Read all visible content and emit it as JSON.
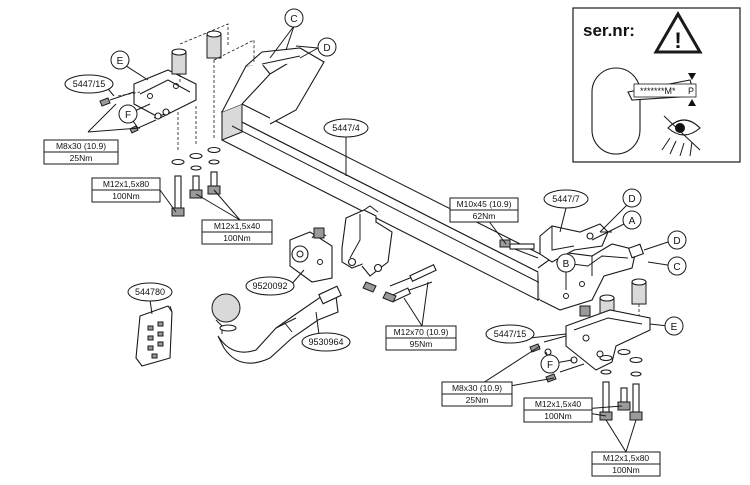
{
  "diagram": {
    "part_labels": {
      "main_bar": "5447/4",
      "bracket_left": "5447/15",
      "bracket_right_top": "5447/7",
      "bracket_right_low": "5447/15",
      "socket_plate": "9520092",
      "tow_ball": "9530964",
      "wiring_kit": "544780"
    },
    "bolt_specs": {
      "left_m8": {
        "line1": "M8x30 (10.9)",
        "line2": "25Nm"
      },
      "left_m12_80": {
        "line1": "M12x1,5x80",
        "line2": "100Nm"
      },
      "left_m12_40": {
        "line1": "M12x1,5x40",
        "line2": "100Nm"
      },
      "center_m10": {
        "line1": "M10x45 (10.9)",
        "line2": "62Nm"
      },
      "center_m12_70": {
        "line1": "M12x70 (10.9)",
        "line2": "95Nm"
      },
      "right_m8": {
        "line1": "M8x30 (10.9)",
        "line2": "25Nm"
      },
      "right_m12_40": {
        "line1": "M12x1,5x40",
        "line2": "100Nm"
      },
      "right_m12_80": {
        "line1": "M12x1,5x80",
        "line2": "100Nm"
      }
    },
    "letters": {
      "c_top": "C",
      "d_top": "D",
      "e_left": "E",
      "f_left": "F",
      "d_right1": "D",
      "a_right": "A",
      "b_center": "B",
      "d_right2": "D",
      "c_right": "C",
      "e_right": "E",
      "f_right": "F"
    },
    "serial_box": {
      "title": "ser.nr:",
      "warning_symbol": "!",
      "plate_text": "*******M*",
      "plate_suffix": "P",
      "icon": "eye-icon"
    }
  }
}
